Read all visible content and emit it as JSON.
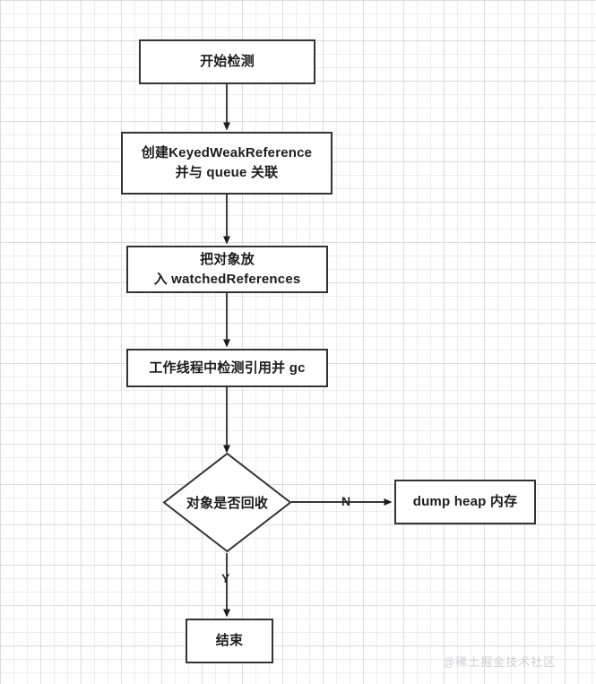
{
  "diagram": {
    "type": "flowchart",
    "title_watermark": "@稀土掘金技术社区",
    "colors": {
      "node_border": "#333333",
      "node_fill": "#ffffff",
      "edge_stroke": "#1c1c1c",
      "grid_minor": "#ebebeb",
      "grid_major": "#c8c8c8",
      "watermark": "#cfcfd4"
    },
    "nodes": [
      {
        "id": "start",
        "shape": "rect",
        "label": "开始检测"
      },
      {
        "id": "create_ref",
        "shape": "rect",
        "label": "创建KeyedWeakReference\n并与 queue 关联"
      },
      {
        "id": "watch",
        "shape": "rect",
        "label": "把对象放\n入 watchedReferences"
      },
      {
        "id": "detect_gc",
        "shape": "rect",
        "label": "工作线程中检测引用并 gc"
      },
      {
        "id": "decision",
        "shape": "diamond",
        "label": "对象是否回收"
      },
      {
        "id": "dump",
        "shape": "rect",
        "label": "dump heap 内存"
      },
      {
        "id": "end",
        "shape": "rect",
        "label": "结束"
      }
    ],
    "edges": [
      {
        "from": "start",
        "to": "create_ref",
        "label": ""
      },
      {
        "from": "create_ref",
        "to": "watch",
        "label": ""
      },
      {
        "from": "watch",
        "to": "detect_gc",
        "label": ""
      },
      {
        "from": "detect_gc",
        "to": "decision",
        "label": ""
      },
      {
        "from": "decision",
        "to": "dump",
        "label": "N"
      },
      {
        "from": "decision",
        "to": "end",
        "label": "Y"
      }
    ],
    "edge_labels": {
      "no": "N",
      "yes": "Y"
    }
  }
}
